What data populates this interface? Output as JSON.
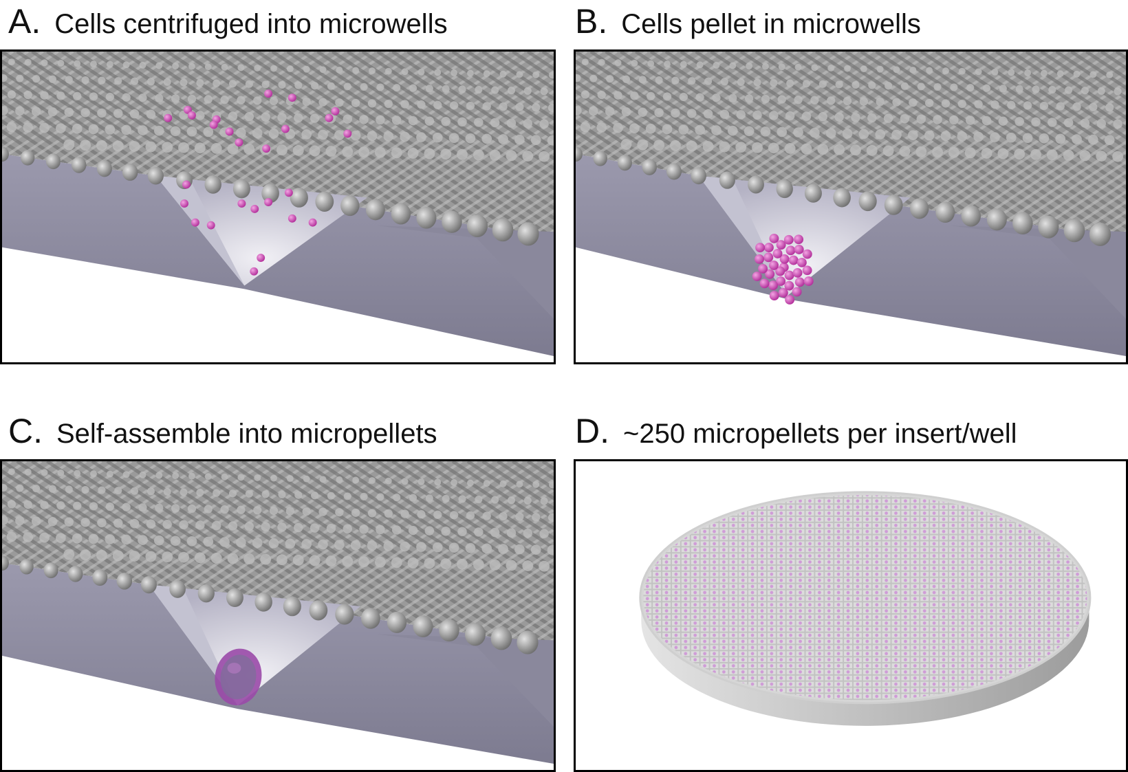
{
  "panels": [
    {
      "letter": "A.",
      "caption": "Cells centrifuged into microwells"
    },
    {
      "letter": "B.",
      "caption": "Cells pellet in microwells"
    },
    {
      "letter": "C.",
      "caption": "Self-assemble into micropellets"
    },
    {
      "letter": "D.",
      "caption": "~250 micropellets per insert/well"
    }
  ],
  "colors": {
    "mesh": "#8f8f8f",
    "mesh_highlight": "#c9c9c9",
    "well_wall": "#8c8aa0",
    "well_face": "#a9a7bb",
    "well_inner": "#dcdbe4",
    "cell": "#d03fb8",
    "pellet": "#9a4aa8"
  }
}
